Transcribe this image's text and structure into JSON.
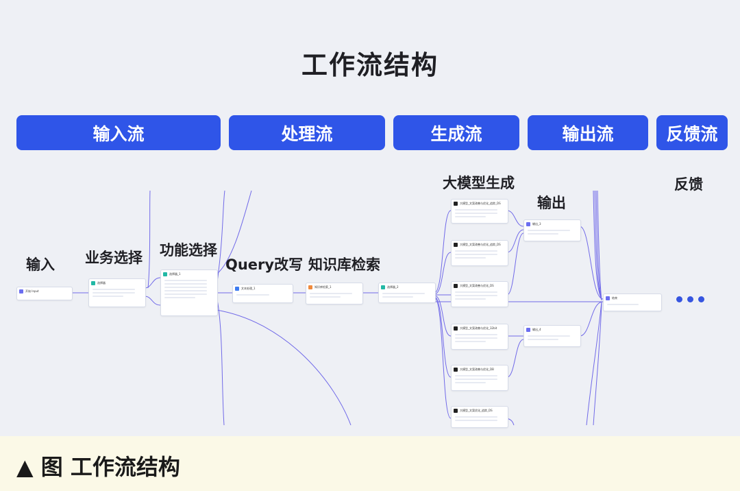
{
  "title": "工作流结构",
  "stages": [
    "输入流",
    "处理流",
    "生成流",
    "输出流",
    "反馈流"
  ],
  "labels": {
    "input": "输入",
    "business": "业务选择",
    "function": "功能选择",
    "rewrite": "Query改写",
    "retrieval": "知识库检索",
    "llm": "大模型生成",
    "output": "输出",
    "feedback": "反馈"
  },
  "nodes": {
    "start": "开始 Input",
    "business": "选择器",
    "function": "选择器_1",
    "rewrite": "文本处理_1",
    "retrieval": "知识库检索_1",
    "merge": "选择器_2",
    "llm": [
      "大模型_文案改善与优化_追踪_DS",
      "大模型_文案改善与优化_追踪_DS",
      "大模型_文案改善与优化_DS",
      "大模型_文案改善与优化_32bit",
      "大模型_文案改善与优化_DB",
      "大模型_文案优化_追踪_DS"
    ],
    "out_a": "输出_3",
    "out_b": "输出_4",
    "end": "结束"
  },
  "colors": {
    "accent": "#2f55e8",
    "wire": "#5b52e6"
  },
  "caption": "▲ 图  工作流结构"
}
